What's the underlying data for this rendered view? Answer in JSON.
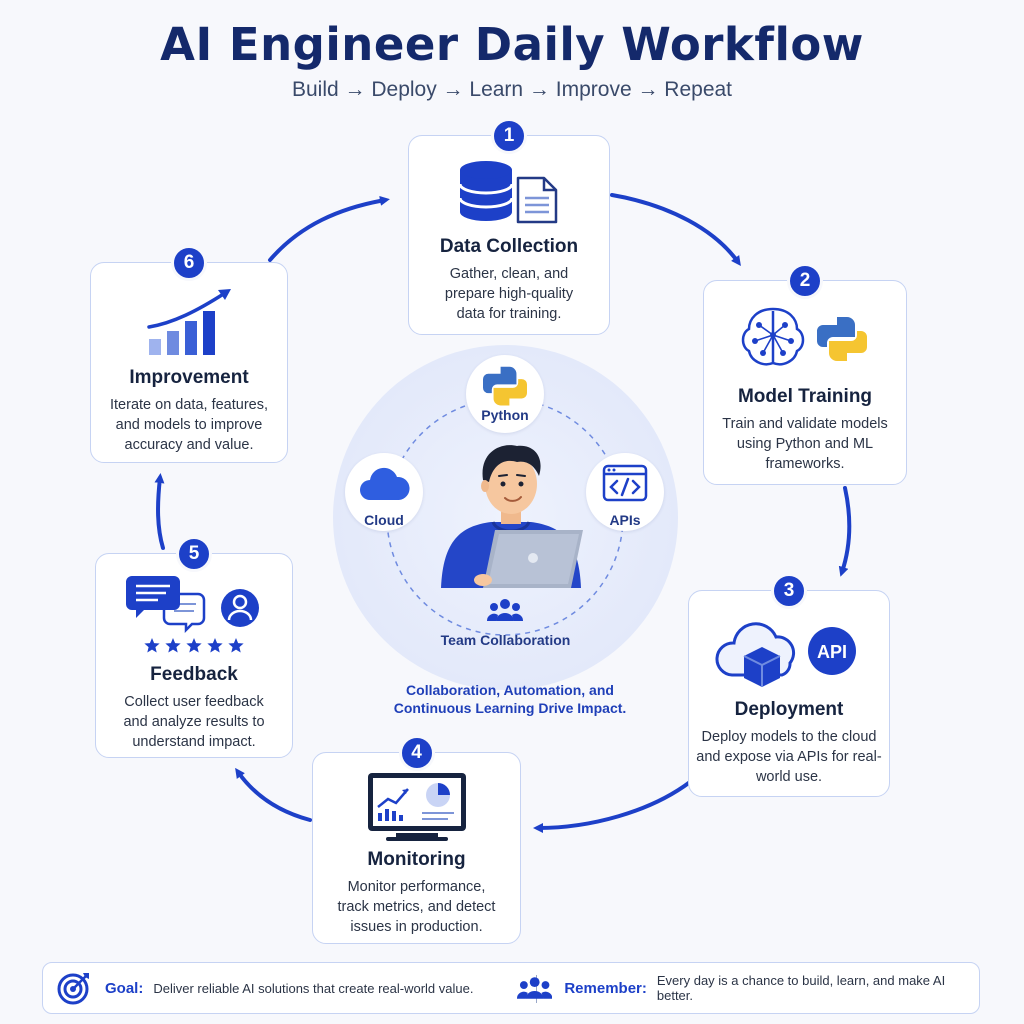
{
  "header": {
    "title": "AI Engineer Daily Workflow",
    "subtitle": "Build → Deploy → Learn → Improve → Repeat"
  },
  "steps": [
    {
      "number": "1",
      "title": "Data Collection",
      "description": "Gather, clean, and prepare high-quality data for training."
    },
    {
      "number": "2",
      "title": "Model Training",
      "description": "Train and validate models using Python and ML frameworks."
    },
    {
      "number": "3",
      "title": "Deployment",
      "description": "Deploy models to the cloud and expose via APIs for real-world use.",
      "badge_text": "API"
    },
    {
      "number": "4",
      "title": "Monitoring",
      "description": "Monitor performance, track metrics, and detect issues in production."
    },
    {
      "number": "5",
      "title": "Feedback",
      "description": "Collect user feedback and analyze results to understand impact.",
      "rating": 5
    },
    {
      "number": "6",
      "title": "Improvement",
      "description": "Iterate on data, features, and models to improve accuracy and value."
    }
  ],
  "hub": {
    "python_label": "Python",
    "cloud_label": "Cloud",
    "apis_label": "APIs",
    "team_label": "Team Collaboration",
    "caption": "Collaboration, Automation, and Continuous Learning Drive Impact."
  },
  "footer": {
    "goal_label": "Goal:",
    "goal_text": "Deliver reliable AI solutions that create real-world value.",
    "remember_label": "Remember:",
    "remember_text": "Every day is a chance to build, learn, and make AI better."
  },
  "colors": {
    "primary": "#1d40c8",
    "navy": "#14296b",
    "border": "#c6d3f3",
    "python_blue": "#3a6fc4",
    "python_yellow": "#f5c531"
  },
  "icons": {
    "step1": [
      "database-icon",
      "document-icon"
    ],
    "step2": [
      "brain-network-icon",
      "python-logo-icon"
    ],
    "step3": [
      "cloud-cube-icon",
      "api-badge-icon"
    ],
    "step4": [
      "monitor-dashboard-icon"
    ],
    "step5": [
      "chat-bubbles-icon",
      "user-avatar-icon",
      "star-icon"
    ],
    "step6": [
      "growth-chart-icon"
    ],
    "hub": [
      "python-logo-icon",
      "cloud-icon",
      "code-window-icon",
      "engineer-laptop-illustration",
      "team-icon"
    ],
    "footer": [
      "target-icon",
      "team-icon"
    ]
  }
}
